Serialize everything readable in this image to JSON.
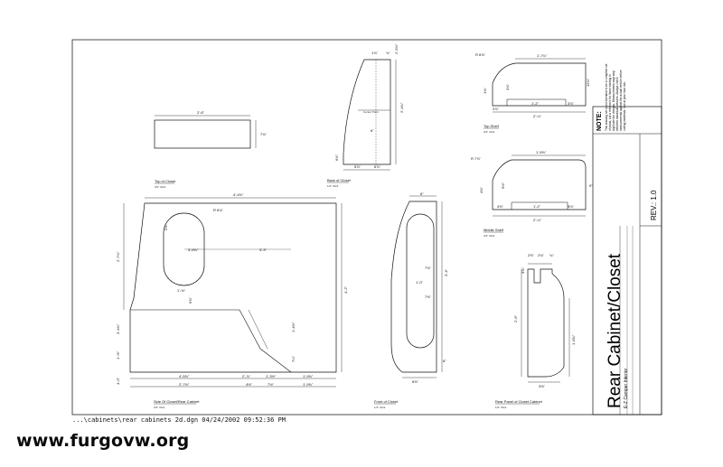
{
  "title_block": {
    "title": "Rear Cabinet/Closet",
    "subtitle": "E-Z Camper Interior",
    "rev": "REV.: 1.0",
    "note_heading": "NOTE:",
    "note_lines": [
      "This drawing set is not intended to be a complete set",
      "of plans, but a reference for those wishing to",
      "duplicate the designs. Measurements may vary",
      "between individual vehicles. Always check",
      "measurements against the actual vehicle before",
      "cutting materials. Use at your own risk."
    ]
  },
  "views": {
    "top_of_closet": {
      "caption": "Top of Closet",
      "scale": "3/4\" thick",
      "width": "2'-6\"",
      "height": "7¾\""
    },
    "back_of_closet": {
      "caption": "Back of Closet",
      "scale": "1/4\" thick",
      "label": "Center Point",
      "top": "1⅞\"",
      "top2": "¾\"",
      "top3": "2'-5¾\"",
      "right": "2'-4⅝\"",
      "mid": "6\"",
      "left": "6⅜\"",
      "bottom1": "5⅞\"",
      "bottom2": "6⅞\""
    },
    "top_shelf": {
      "caption": "Top Shelf",
      "scale": "3/4\" thick",
      "radius": "R 6⅝\"",
      "top": "1'-7¼\"",
      "right": "12⅛\"",
      "left1": "1⅝\"",
      "left2": "3⅝\"",
      "b1": "3⅞\"",
      "b2": "1'-2\"",
      "b3": "3⅞\"",
      "overall": "2'-¼\""
    },
    "middle_shelf": {
      "caption": "Middle Shelf",
      "scale": "3/4\" thick",
      "radius": "R 7⅞\"",
      "top": "1'-5⅝\"",
      "right": "9\"",
      "left1": "4⅜\"",
      "left2": "5½\"",
      "b1": "4⅝\"",
      "b2": "1'-2\"",
      "b3": "5⅛\"",
      "overall": "2'-¼\""
    },
    "side_of_closet": {
      "caption": "Side Of Closet/Rear Cabinet",
      "scale": "3/4\" thick",
      "top": "4'-4⅝\"",
      "radius": "R 6¾\"",
      "oval_w": "5⅝\"",
      "oval_r": "3'-6⅜\"",
      "long": "3'-3\"",
      "ov_b": "1'-⅜\"",
      "v_left": "2'-7¾\"",
      "v_right": "4'-2\"",
      "notch": "6⅜\"",
      "l1": "3'-4⅝\"",
      "l2": "1'-½\"",
      "l3": "4'-0\"",
      "seg": "1'-4½\"",
      "s1": "7¼\"",
      "b1": "4'-5⅝\"",
      "b2": "2'-⅞\"",
      "b3": "1'-3½\"",
      "b4": "1'-9⅝\"",
      "c1": "2'-7½\"",
      "c2": "4½\"",
      "c3": "7½\"",
      "c4": "1'-9⅝\""
    },
    "front_of_closet": {
      "caption": "Front of Closet",
      "scale": "1/4\" thick",
      "top": "8\"",
      "side": "3'-4\"",
      "oval1": "7⅝\"",
      "oval2": "1'-0\"",
      "oval3": "7⅝\"",
      "lower": "8\"",
      "bottom": "6⅝\""
    },
    "rear_panel": {
      "caption": "Rear Panel of Closet Cabinet",
      "scale": "1/4\" thick",
      "t1": "2⅝\"",
      "t2": "2¾\"",
      "t3": "¾\"",
      "left": "2'-6\"",
      "notch": "3⅜\"",
      "right": "1'-8⅜\"",
      "bottom": "3⅝\""
    }
  },
  "footer": {
    "path": "...\\cabinets\\rear cabinets 2d.dgn  04/24/2002 09:52:36 PM"
  },
  "watermark": "www.furgovw.org"
}
